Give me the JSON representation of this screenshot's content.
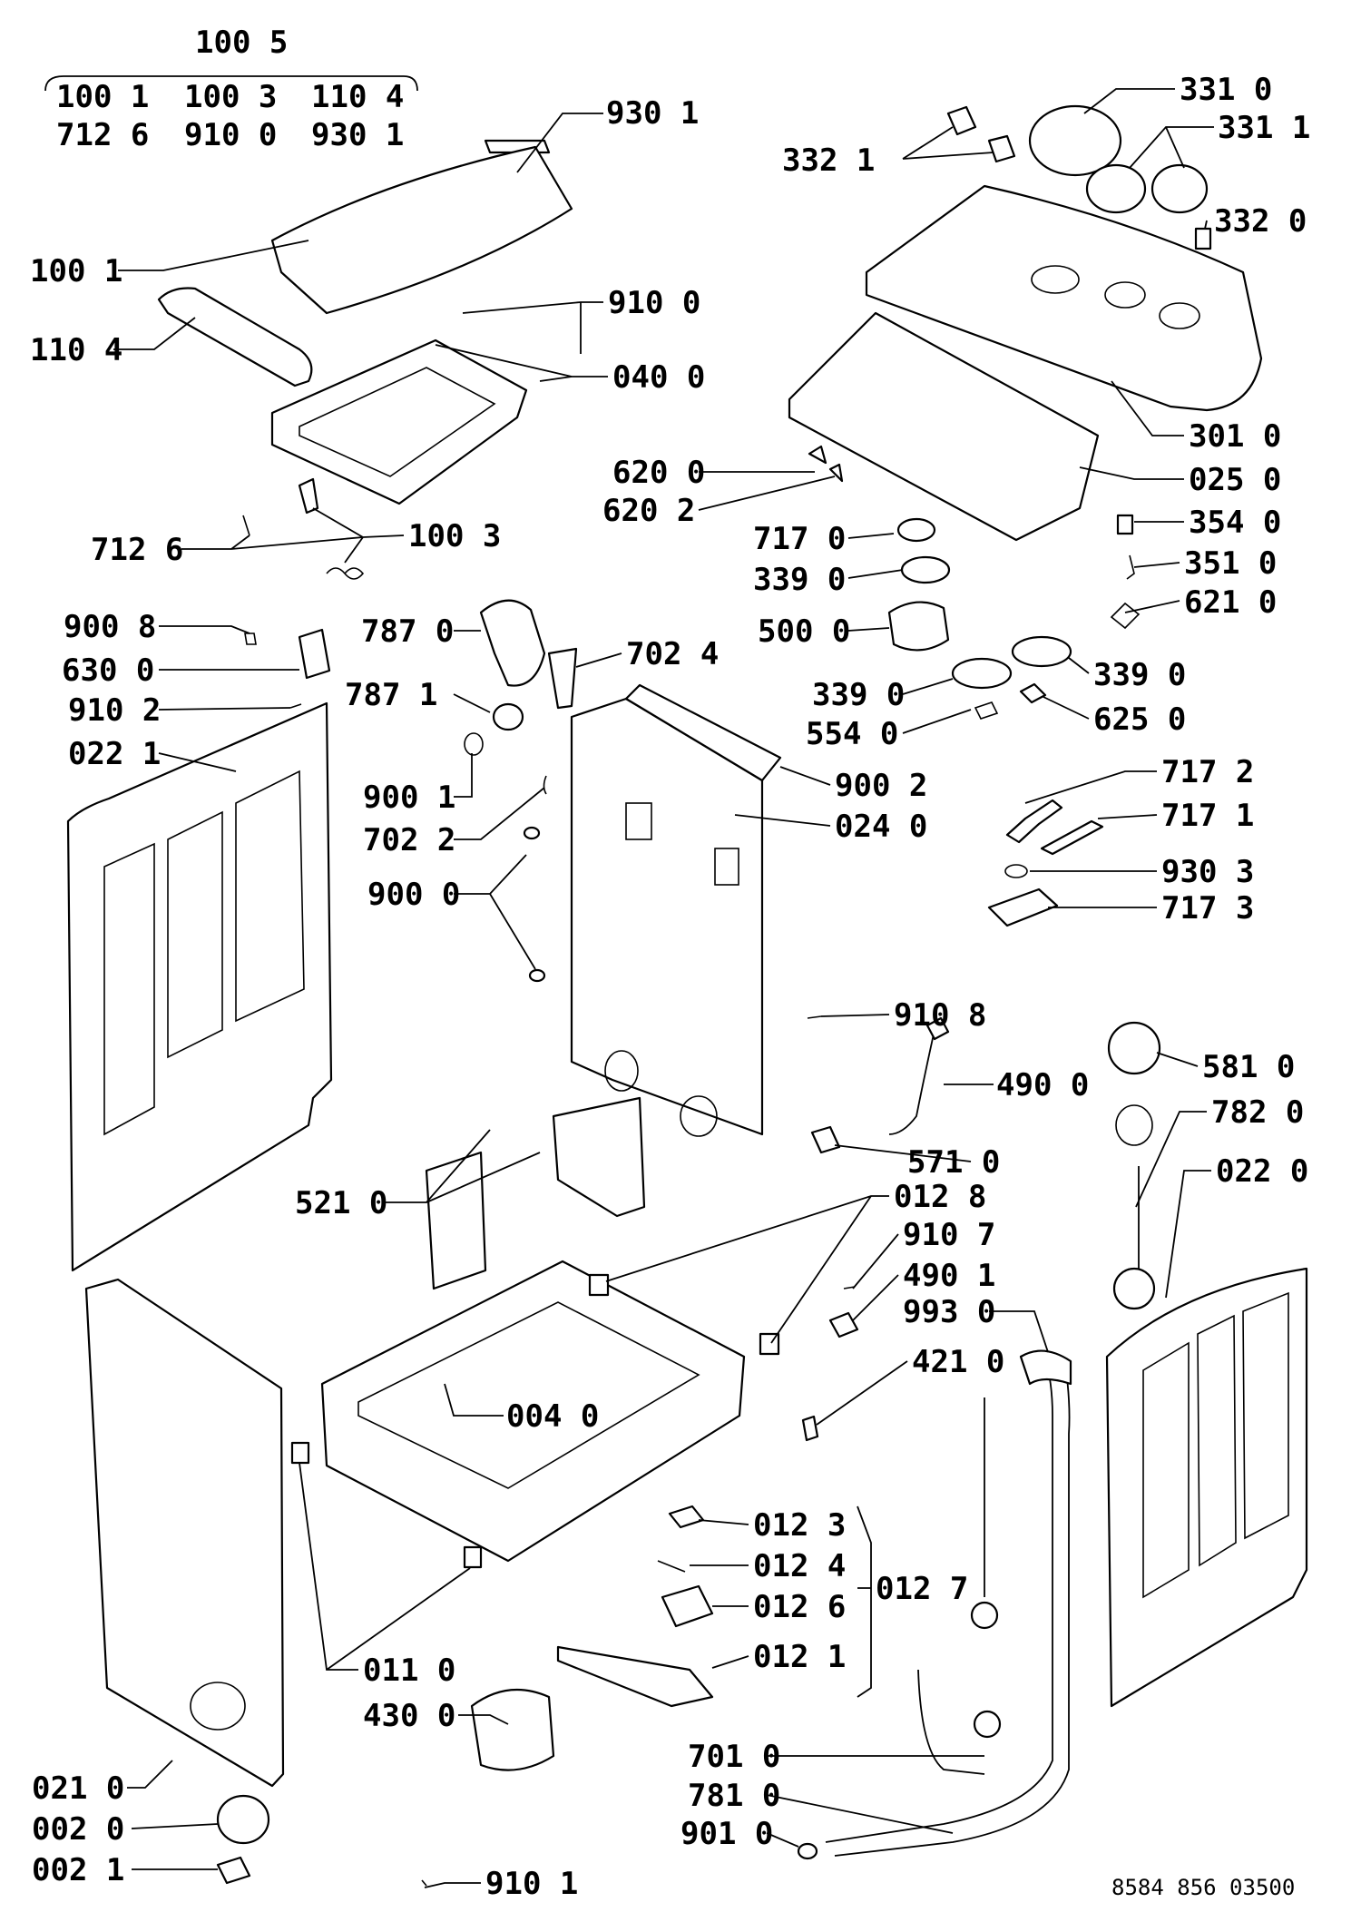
{
  "header": {
    "group_code": "100 5",
    "group_row1": [
      "100 1",
      "100 3",
      "110 4"
    ],
    "group_row2": [
      "712 6",
      "910 0",
      "930 1"
    ]
  },
  "labels": {
    "l_930_1_top": "930 1",
    "l_331_0": "331 0",
    "l_331_1": "331 1",
    "l_332_1": "332 1",
    "l_332_0": "332 0",
    "l_100_1": "100 1",
    "l_910_0": "910 0",
    "l_110_4": "110 4",
    "l_040_0": "040 0",
    "l_301_0": "301 0",
    "l_620_0": "620 0",
    "l_025_0": "025 0",
    "l_620_2": "620 2",
    "l_717_0": "717 0",
    "l_354_0": "354 0",
    "l_712_6": "712 6",
    "l_100_3": "100 3",
    "l_339_0_a": "339 0",
    "l_351_0": "351 0",
    "l_621_0": "621 0",
    "l_900_8": "900 8",
    "l_787_0": "787 0",
    "l_500_0": "500 0",
    "l_630_0": "630 0",
    "l_702_4": "702 4",
    "l_339_0_b": "339 0",
    "l_339_0_c": "339 0",
    "l_910_2": "910 2",
    "l_787_1": "787 1",
    "l_625_0": "625 0",
    "l_554_0": "554 0",
    "l_022_1": "022 1",
    "l_900_2": "900 2",
    "l_717_2": "717 2",
    "l_900_1": "900 1",
    "l_024_0": "024 0",
    "l_717_1": "717 1",
    "l_702_2": "702 2",
    "l_930_3": "930 3",
    "l_900_0": "900 0",
    "l_717_3": "717 3",
    "l_910_8": "910 8",
    "l_581_0": "581 0",
    "l_490_0": "490 0",
    "l_782_0": "782 0",
    "l_571_0": "571 0",
    "l_022_0": "022 0",
    "l_012_8": "012 8",
    "l_521_0": "521 0",
    "l_910_7": "910 7",
    "l_490_1": "490 1",
    "l_993_0": "993 0",
    "l_421_0": "421 0",
    "l_004_0": "004 0",
    "l_012_3": "012 3",
    "l_012_4": "012 4",
    "l_012_7": "012 7",
    "l_012_6": "012 6",
    "l_011_0": "011 0",
    "l_012_1": "012 1",
    "l_430_0": "430 0",
    "l_701_0": "701 0",
    "l_021_0": "021 0",
    "l_781_0": "781 0",
    "l_002_0": "002 0",
    "l_901_0": "901 0",
    "l_002_1": "002 1",
    "l_910_1": "910 1"
  },
  "footer": {
    "drawing_number": "8584 856 03500"
  }
}
